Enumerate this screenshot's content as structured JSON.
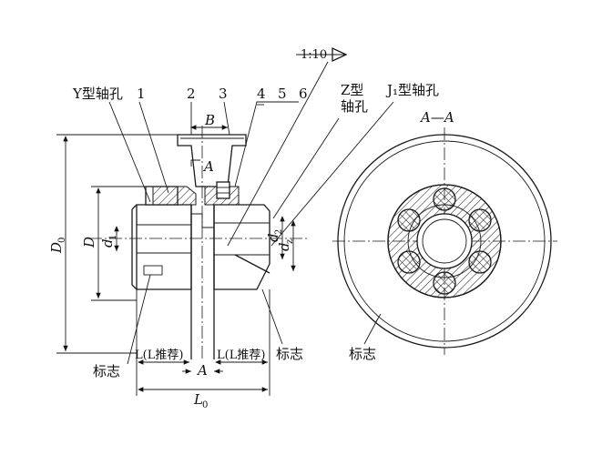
{
  "labels": {
    "scale": "1:10",
    "y_hole": "Y型轴孔",
    "z_hole_line1": "Z型",
    "z_hole_line2": "轴孔",
    "j1_hole": "J₁型轴孔",
    "section": "A—A",
    "part1": "1",
    "part2": "2",
    "part3": "3",
    "part4": "4",
    "part5": "5",
    "part6": "6",
    "dim_B": "B",
    "dim_D0": "D",
    "dim_D0_sub": "0",
    "dim_D": "D",
    "dim_d1": "d",
    "dim_d1_sub": "1",
    "dim_d2": "d",
    "dim_d2_sub": "2",
    "dim_dz": "d",
    "dim_dz_sub": "z",
    "dim_A": "A",
    "dim_L_left": "L(L推荐)",
    "dim_L_right": "L(L推荐)",
    "dim_L0": "L",
    "dim_L0_sub": "0",
    "mark_left": "标志",
    "mark_mid": "标志",
    "mark_right": "标志",
    "section_arrow": "A"
  }
}
